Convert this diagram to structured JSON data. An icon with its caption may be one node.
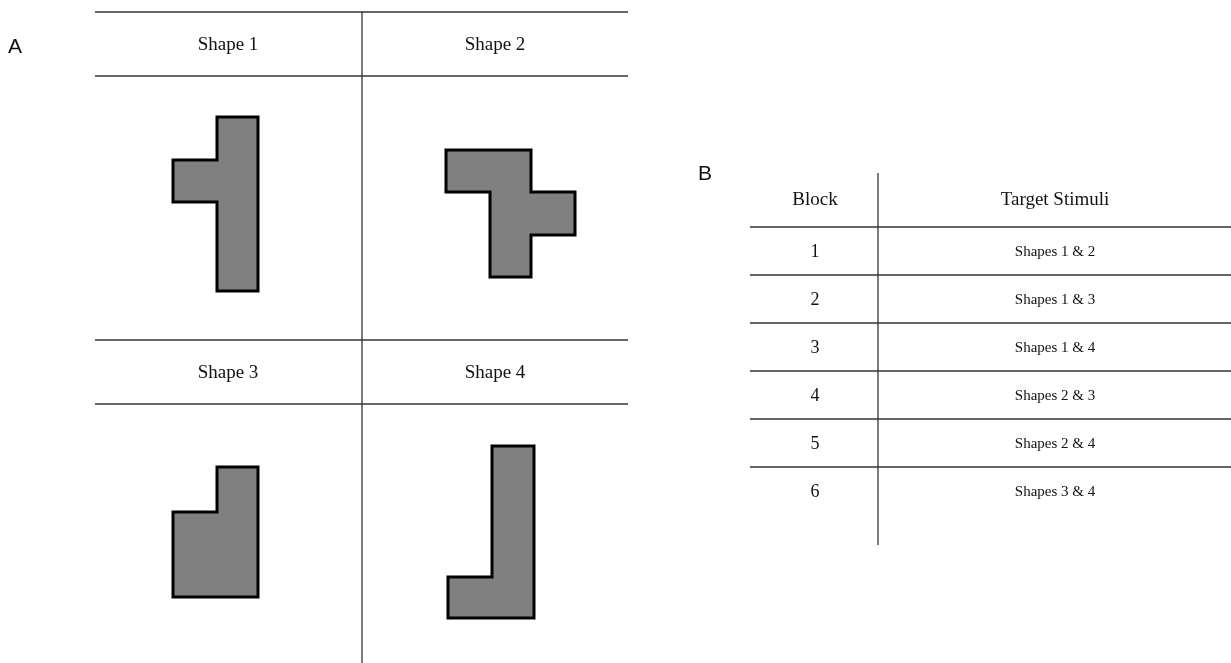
{
  "diagram": {
    "labels": [
      "A",
      "Shape 1",
      "Shape 2",
      "Shape 3",
      "Shape 4",
      "B",
      "Block",
      "Target Stimuli",
      "1",
      "Shapes 1 & 2",
      "2",
      "Shapes 1 & 3",
      "3",
      "Shapes 1 & 4",
      "4",
      "Shapes 2 & 3",
      "5",
      "Shapes 2 & 4",
      "6",
      "Shapes 3 & 4"
    ]
  }
}
